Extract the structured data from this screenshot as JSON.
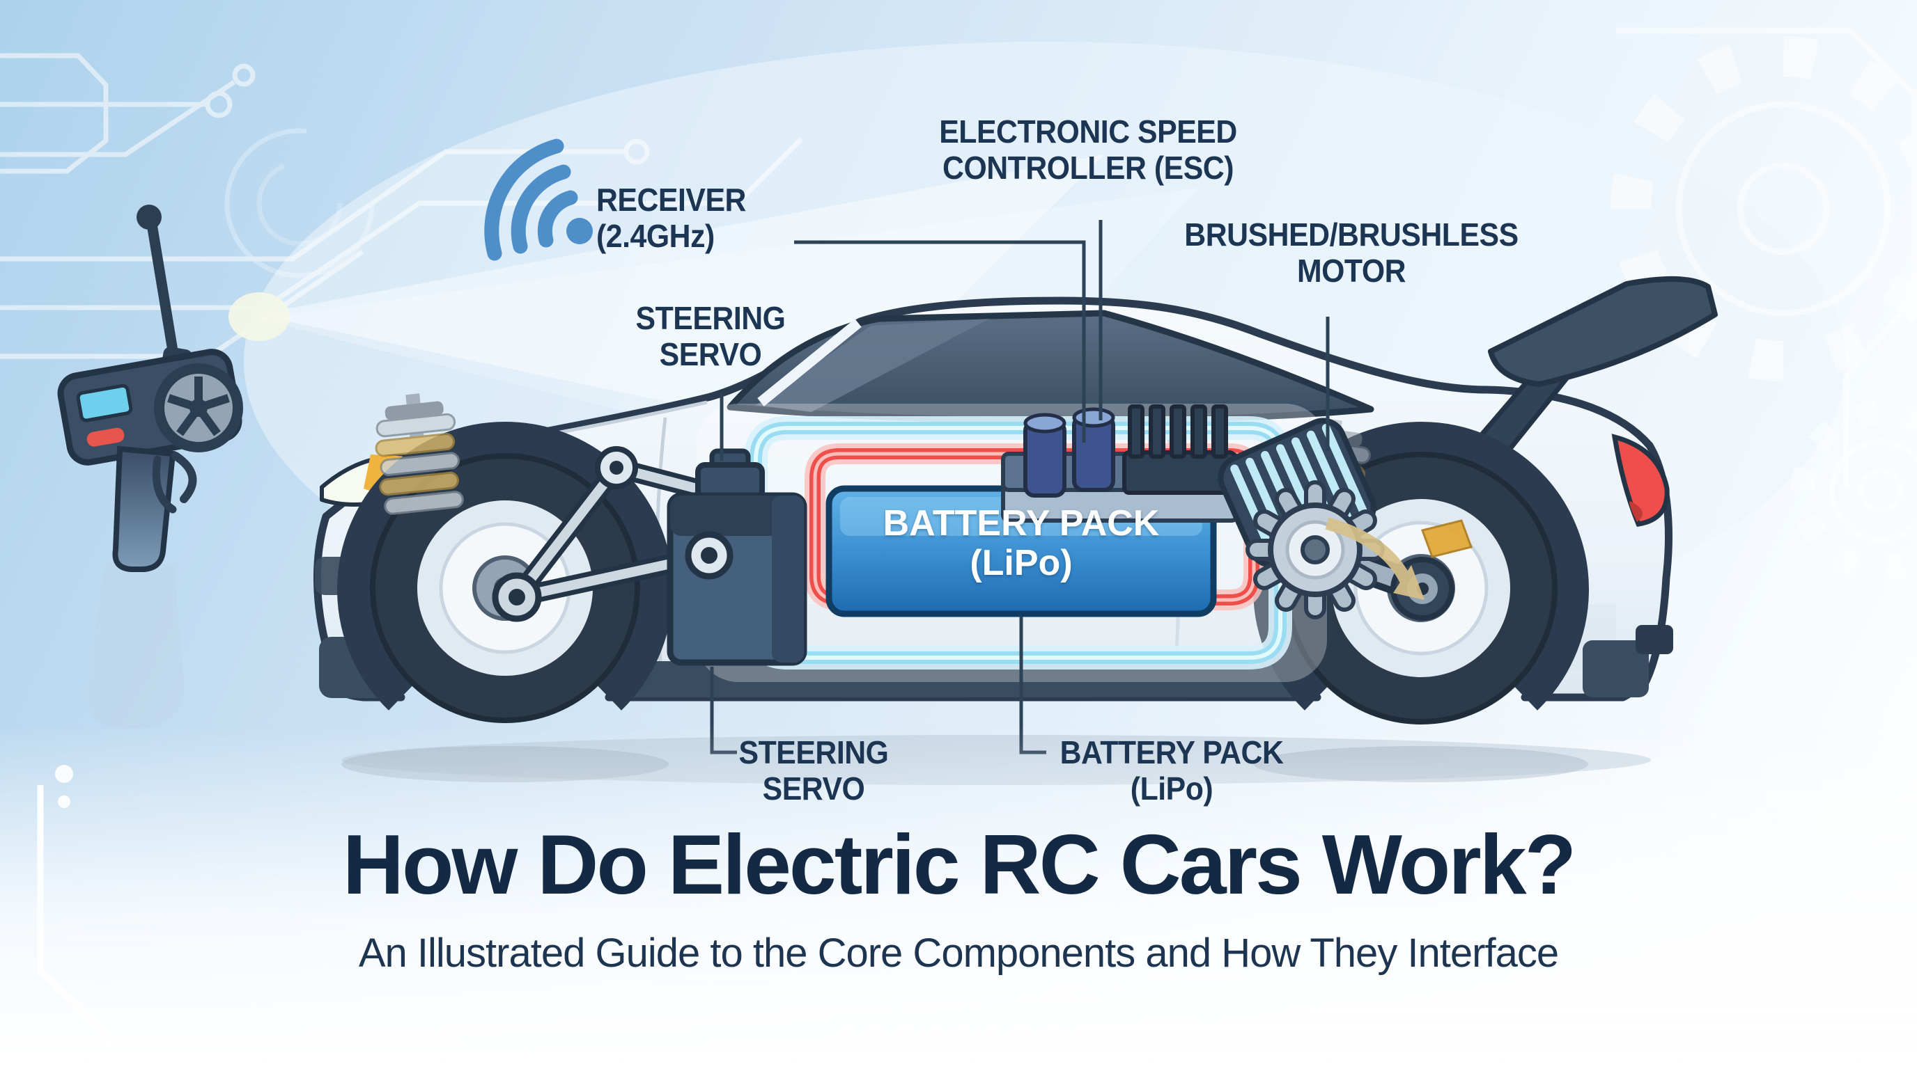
{
  "title": {
    "main": "How Do Electric RC Cars Work?",
    "subtitle": "An Illustrated Guide to the Core Components and How They Interface"
  },
  "labels": {
    "receiver": {
      "line1": "RECEIVER",
      "line2": "(2.4GHz)"
    },
    "esc": {
      "line1": "ELECTRONIC SPEED",
      "line2": "CONTROLLER (ESC)"
    },
    "motor": {
      "line1": "BRUSHED/BRUSHLESS",
      "line2": "MOTOR"
    },
    "steering_servo_top": {
      "line1": "STEERING",
      "line2": "SERVO"
    },
    "steering_servo_bottom": {
      "line1": "STEERING",
      "line2": "SERVO"
    },
    "battery_pack_bottom": {
      "line1": "BATTERY PACK",
      "line2": "(LiPo)"
    },
    "battery_pack_box": {
      "line1": "BATTERY PACK",
      "line2": "(LiPo)"
    }
  },
  "icons": {
    "wifi": "wifi-signal-icon",
    "transmitter": "rc-transmitter-icon",
    "gears": "gear-outline-icon",
    "circuit": "circuit-trace-decoration",
    "drive_arrow": "drive-direction-arrow-icon"
  },
  "colors": {
    "label_text": "#1c3553",
    "title_text": "#142a44",
    "leader_line": "#2c4257",
    "battery_fill_top": "#5fb0e8",
    "battery_fill_bottom": "#1e6bb0",
    "power_wire_red": "#ee4f4b",
    "signal_wire_blue": "#9adcf2",
    "car_body": "#f2f7fb",
    "car_outline": "#2b3c50",
    "accent_amber": "#f0b33e",
    "tail_light_red": "#ee4f4b",
    "wifi_blue": "#4f8fc9"
  }
}
